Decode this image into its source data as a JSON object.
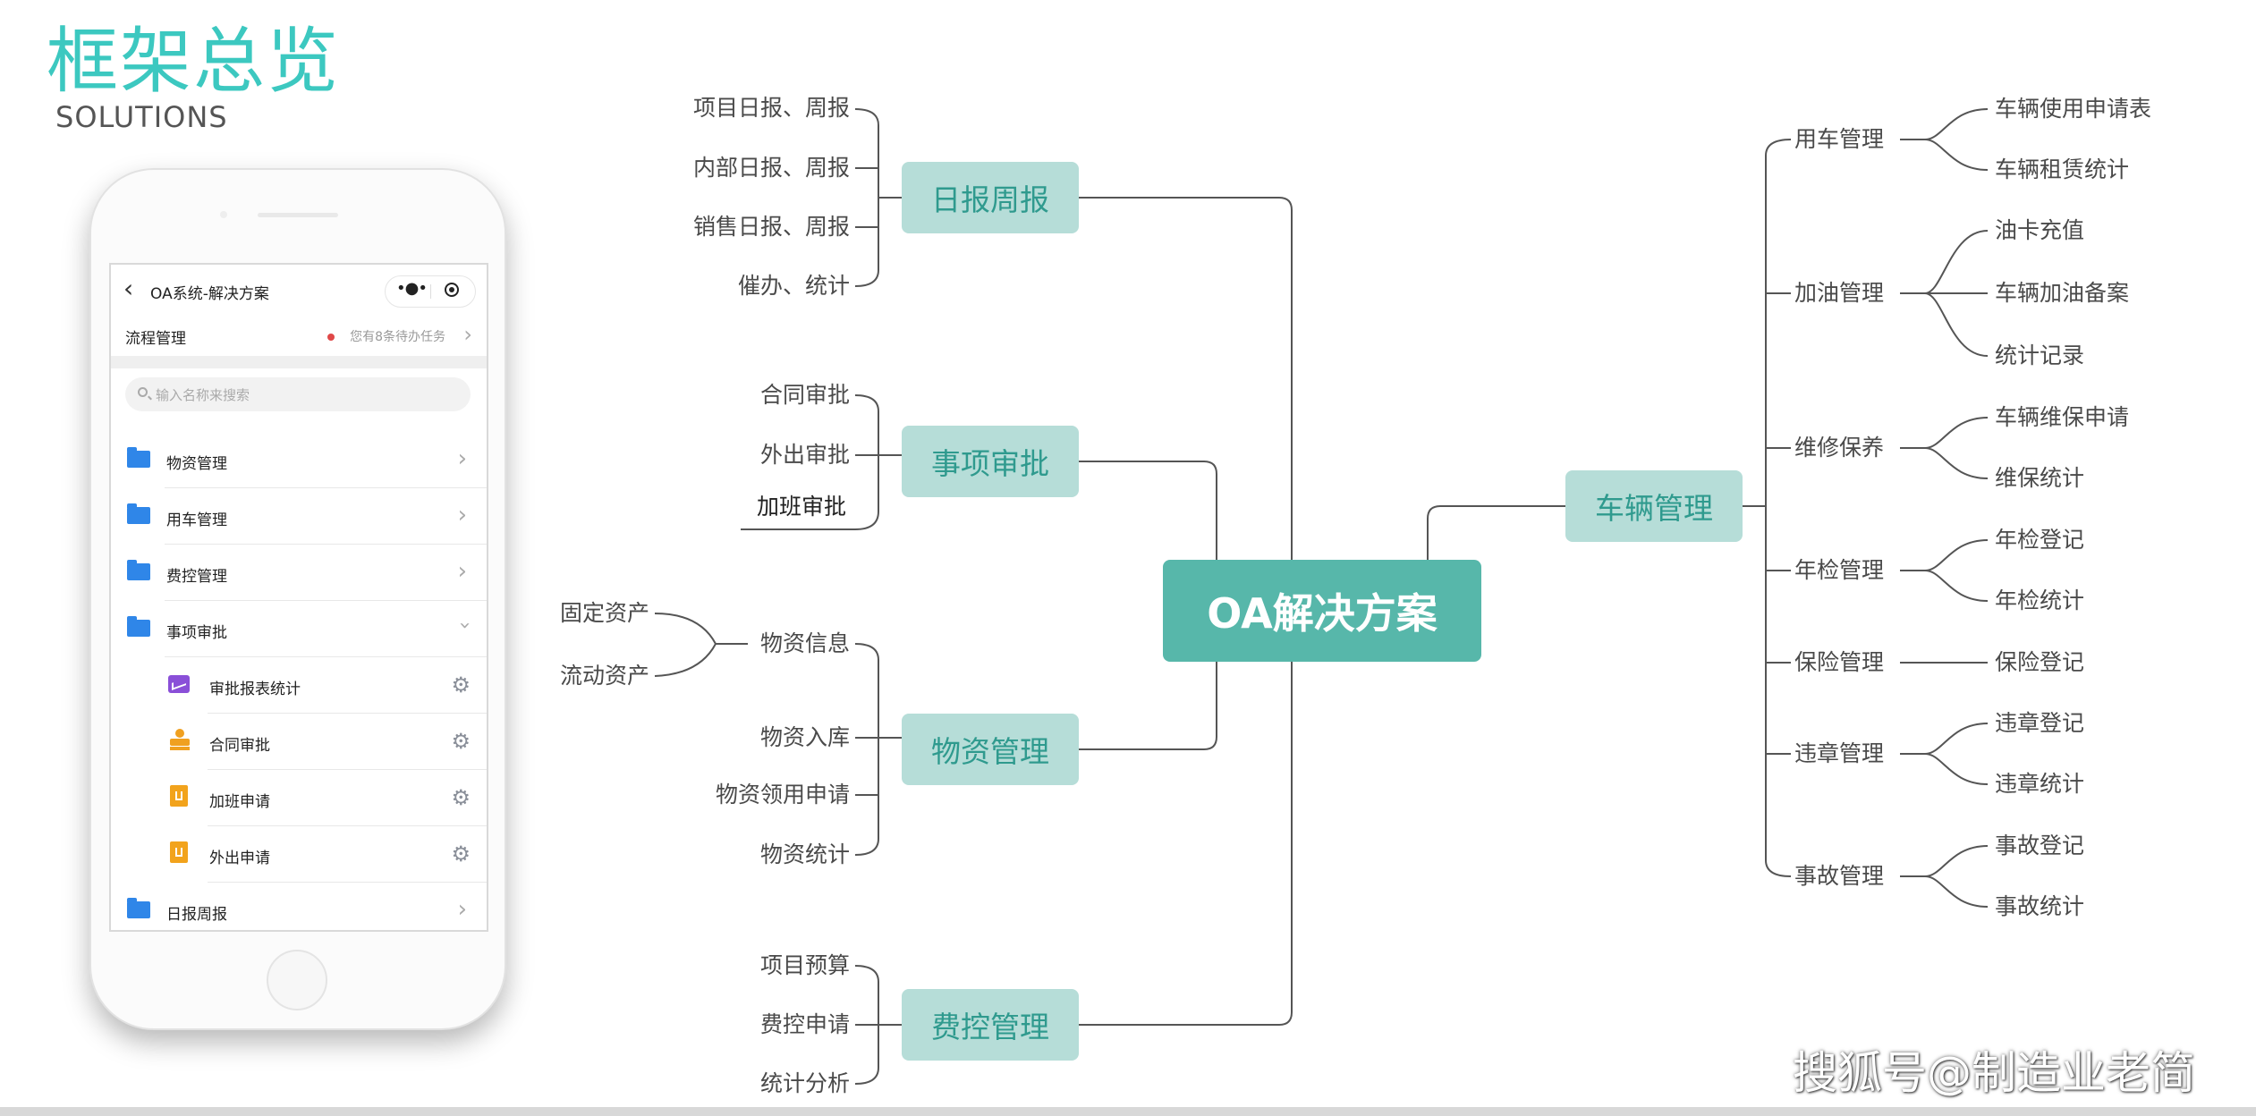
{
  "page": {
    "title": "框架总览",
    "subtitle": "SOLUTIONS",
    "watermark": "搜狐号@制造业老简"
  },
  "phone": {
    "nav_title": "OA系统-解决方案",
    "flow_label": "流程管理",
    "pending_text": "您有8条待办任务",
    "search_placeholder": "输入名称来搜索",
    "menu": [
      {
        "label": "物资管理"
      },
      {
        "label": "用车管理"
      },
      {
        "label": "费控管理"
      },
      {
        "label": "事项审批"
      }
    ],
    "submenu": [
      {
        "label": "审批报表统计",
        "icon": "chart-icon"
      },
      {
        "label": "合同审批",
        "icon": "stamp-icon"
      },
      {
        "label": "加班申请",
        "icon": "doc-icon"
      },
      {
        "label": "外出申请",
        "icon": "doc-icon"
      }
    ],
    "last_menu": {
      "label": "日报周报"
    }
  },
  "mindmap": {
    "center": "OA解决方案",
    "left_branches": [
      {
        "label": "日报周报",
        "leaves": [
          "项目日报、周报",
          "内部日报、周报",
          "销售日报、周报",
          "催办、统计"
        ]
      },
      {
        "label": "事项审批",
        "leaves": [
          "合同审批",
          "外出审批",
          "加班审批"
        ]
      },
      {
        "label": "物资管理",
        "leaves": [
          "物资信息",
          "物资入库",
          "物资领用申请",
          "物资统计"
        ],
        "sub": {
          "parent": "物资信息",
          "leaves": [
            "固定资产",
            "流动资产"
          ]
        }
      },
      {
        "label": "费控管理",
        "leaves": [
          "项目预算",
          "费控申请",
          "统计分析"
        ]
      }
    ],
    "right_branch": {
      "label": "车辆管理",
      "children": [
        {
          "label": "用车管理",
          "leaves": [
            "车辆使用申请表",
            "车辆租赁统计"
          ]
        },
        {
          "label": "加油管理",
          "leaves": [
            "油卡充值",
            "车辆加油备案",
            "统计记录"
          ]
        },
        {
          "label": "维修保养",
          "leaves": [
            "车辆维保申请",
            "维保统计"
          ]
        },
        {
          "label": "年检管理",
          "leaves": [
            "年检登记",
            "年检统计"
          ]
        },
        {
          "label": "保险管理",
          "leaves": [
            "保险登记"
          ]
        },
        {
          "label": "违章管理",
          "leaves": [
            "违章登记",
            "违章统计"
          ]
        },
        {
          "label": "事故管理",
          "leaves": [
            "事故登记",
            "事故统计"
          ]
        }
      ]
    }
  }
}
